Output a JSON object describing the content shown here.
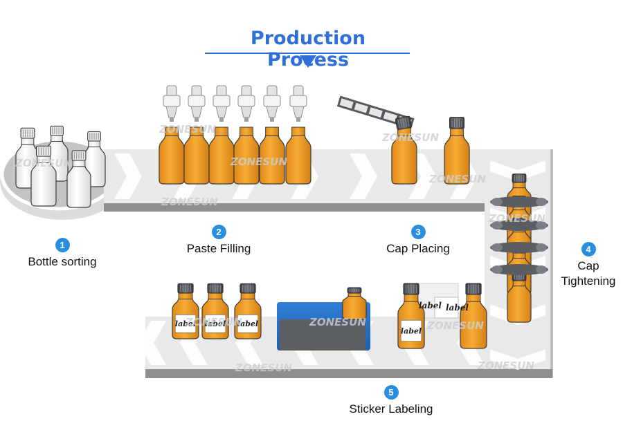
{
  "title": "Production Process",
  "steps": [
    {
      "num": "1",
      "label": "Bottle sorting"
    },
    {
      "num": "2",
      "label": "Paste Filling"
    },
    {
      "num": "3",
      "label": "Cap Placing"
    },
    {
      "num": "4",
      "label": "Cap",
      "label2": "Tightening"
    },
    {
      "num": "5",
      "label": "Sticker Labeling"
    }
  ],
  "bottle_label": "label",
  "watermark": "ZONESUN",
  "colors": {
    "accent": "#2f6fd8",
    "step_badge": "#2a8ee0",
    "bottle_amber": "#f2a126",
    "cap": "#555a60",
    "conveyor": "#e8e8e8",
    "conveyor_edge": "#8c8c8c"
  }
}
